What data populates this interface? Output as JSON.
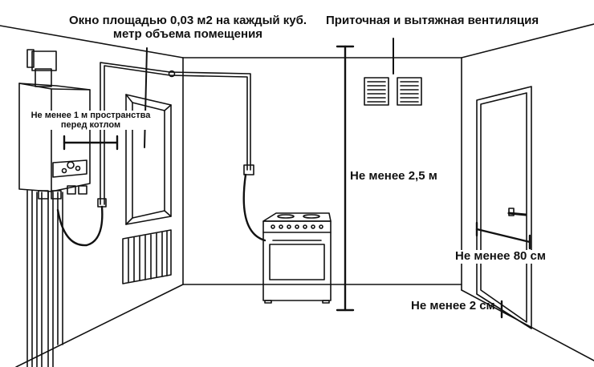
{
  "labels": {
    "window_line1": "Окно площадью 0,03 м2 на каждый куб.",
    "window_line2": "метр объема помещения",
    "ventilation": "Приточная и вытяжная вентиляция",
    "space_line1": "Не менее 1 м пространства",
    "space_line2": "перед котлом",
    "height": "Не менее 2,5 м",
    "door_width": "Не менее 80 см",
    "door_gap": "Не менее 2 см"
  },
  "colors": {
    "line": "#111111",
    "background": "#ffffff"
  }
}
